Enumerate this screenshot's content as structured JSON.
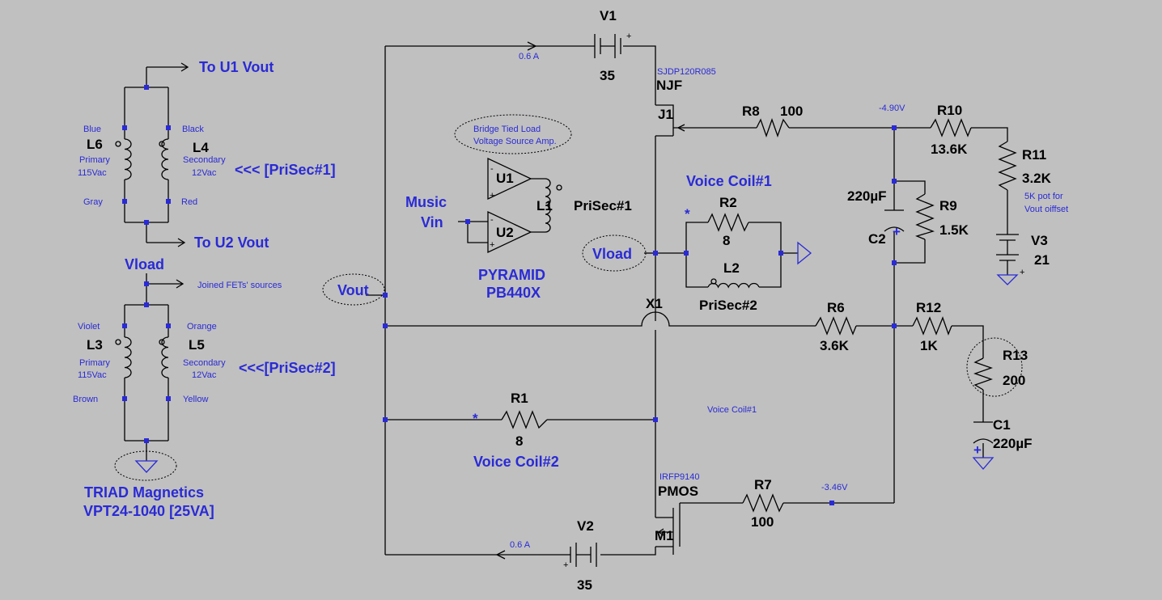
{
  "colors": {
    "background": "#c0c0c0",
    "wire": "#000000",
    "label": "#2a2ad6"
  },
  "transformer1": {
    "l6_name": "L6",
    "l6_role": "Primary",
    "l6_voltage": "115Vac",
    "l4_name": "L4",
    "l4_role": "Secondary",
    "l4_voltage": "12Vac",
    "pin_blue": "Blue",
    "pin_black": "Black",
    "pin_gray": "Gray",
    "pin_red": "Red",
    "to_u1": "To U1 Vout",
    "to_u2": "To U2 Vout",
    "prisec": "<<< [PriSec#1]"
  },
  "transformer2": {
    "vload": "Vload",
    "joined": "Joined FETs' sources",
    "l3_name": "L3",
    "l3_role": "Primary",
    "l3_voltage": "115Vac",
    "l5_name": "L5",
    "l5_role": "Secondary",
    "l5_voltage": "12Vac",
    "pin_violet": "Violet",
    "pin_orange": "Orange",
    "pin_brown": "Brown",
    "pin_yellow": "Yellow",
    "prisec": "<<<[PriSec#2]",
    "maker": "TRIAD Magnetics",
    "part": "VPT24-1040 [25VA]"
  },
  "amp": {
    "bubble": [
      "Bridge Tied Load",
      "Voltage Source Amp."
    ],
    "u1": "U1",
    "u2": "U2",
    "l1": "L1",
    "prisec": "PriSec#1",
    "music": "Music",
    "vin": "Vin",
    "brand": "PYRAMID",
    "model": "PB440X"
  },
  "v1": {
    "name": "V1",
    "value": "35",
    "plus": "+",
    "current": "0.6 A"
  },
  "v2": {
    "name": "V2",
    "value": "35",
    "plus": "+",
    "current": "0.6 A"
  },
  "j1": {
    "part": "SJDP120R085",
    "type": "NJF",
    "name": "J1"
  },
  "m1": {
    "part": "IRFP9140",
    "type": "PMOS",
    "name": "M1"
  },
  "r8": {
    "name": "R8",
    "value": "100"
  },
  "r7": {
    "name": "R7",
    "value": "100"
  },
  "r10": {
    "name": "R10",
    "value": "13.6K"
  },
  "r11": {
    "name": "R11",
    "value": "3.2K",
    "note": [
      "5K pot for",
      "Vout oiffset"
    ]
  },
  "v3": {
    "name": "V3",
    "value": "21",
    "plus": "+"
  },
  "c2": {
    "name": "C2",
    "value": "220µF",
    "plus": "+"
  },
  "r9": {
    "name": "R9",
    "value": "1.5K"
  },
  "voicecoil1": "Voice Coil#1",
  "voicecoil1_small": "Voice Coil#1",
  "voicecoil2": "Voice Coil#2",
  "r2": {
    "name": "R2",
    "value": "8",
    "dot": "*"
  },
  "l2": {
    "name": "L2",
    "label": "PriSec#2"
  },
  "vload": "Vload",
  "vout": "Vout",
  "x1": "X1",
  "r6": {
    "name": "R6",
    "value": "3.6K"
  },
  "r12": {
    "name": "R12",
    "value": "1K"
  },
  "r13": {
    "name": "R13",
    "value": "200"
  },
  "c1": {
    "name": "C1",
    "value": "220µF",
    "plus": "+"
  },
  "r1": {
    "name": "R1",
    "value": "8",
    "dot": "*"
  },
  "probes": {
    "neg490": "-4.90V",
    "neg346": "-3.46V"
  }
}
